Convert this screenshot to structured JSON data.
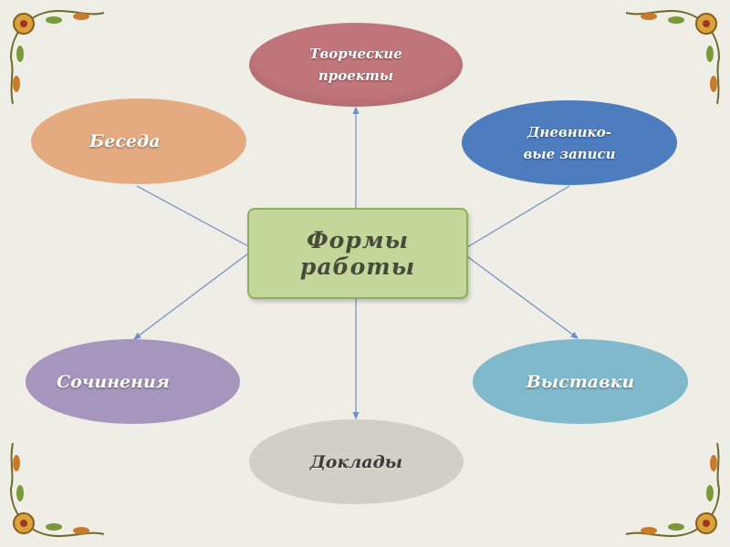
{
  "center": {
    "label": "Формы работы"
  },
  "nodes": {
    "tvorcheskie": {
      "label": "Творческие\nпроекты",
      "color": "#c1767b"
    },
    "beseda": {
      "label": "Беседа",
      "color": "#e4aa80"
    },
    "dnevnikovye": {
      "label": "Дневнико-\nвые записи",
      "color": "#4d7dbe"
    },
    "sochineniya": {
      "label": "Сочинения",
      "color": "#a696bd"
    },
    "vystavki": {
      "label": "Выставки",
      "color": "#80b9cc"
    },
    "doklady": {
      "label": "Доклады",
      "color": "#d0d0c8"
    }
  },
  "center_color": "#c4d79b",
  "connector_color": "#6d8fc7",
  "background_color": "#efeee6"
}
